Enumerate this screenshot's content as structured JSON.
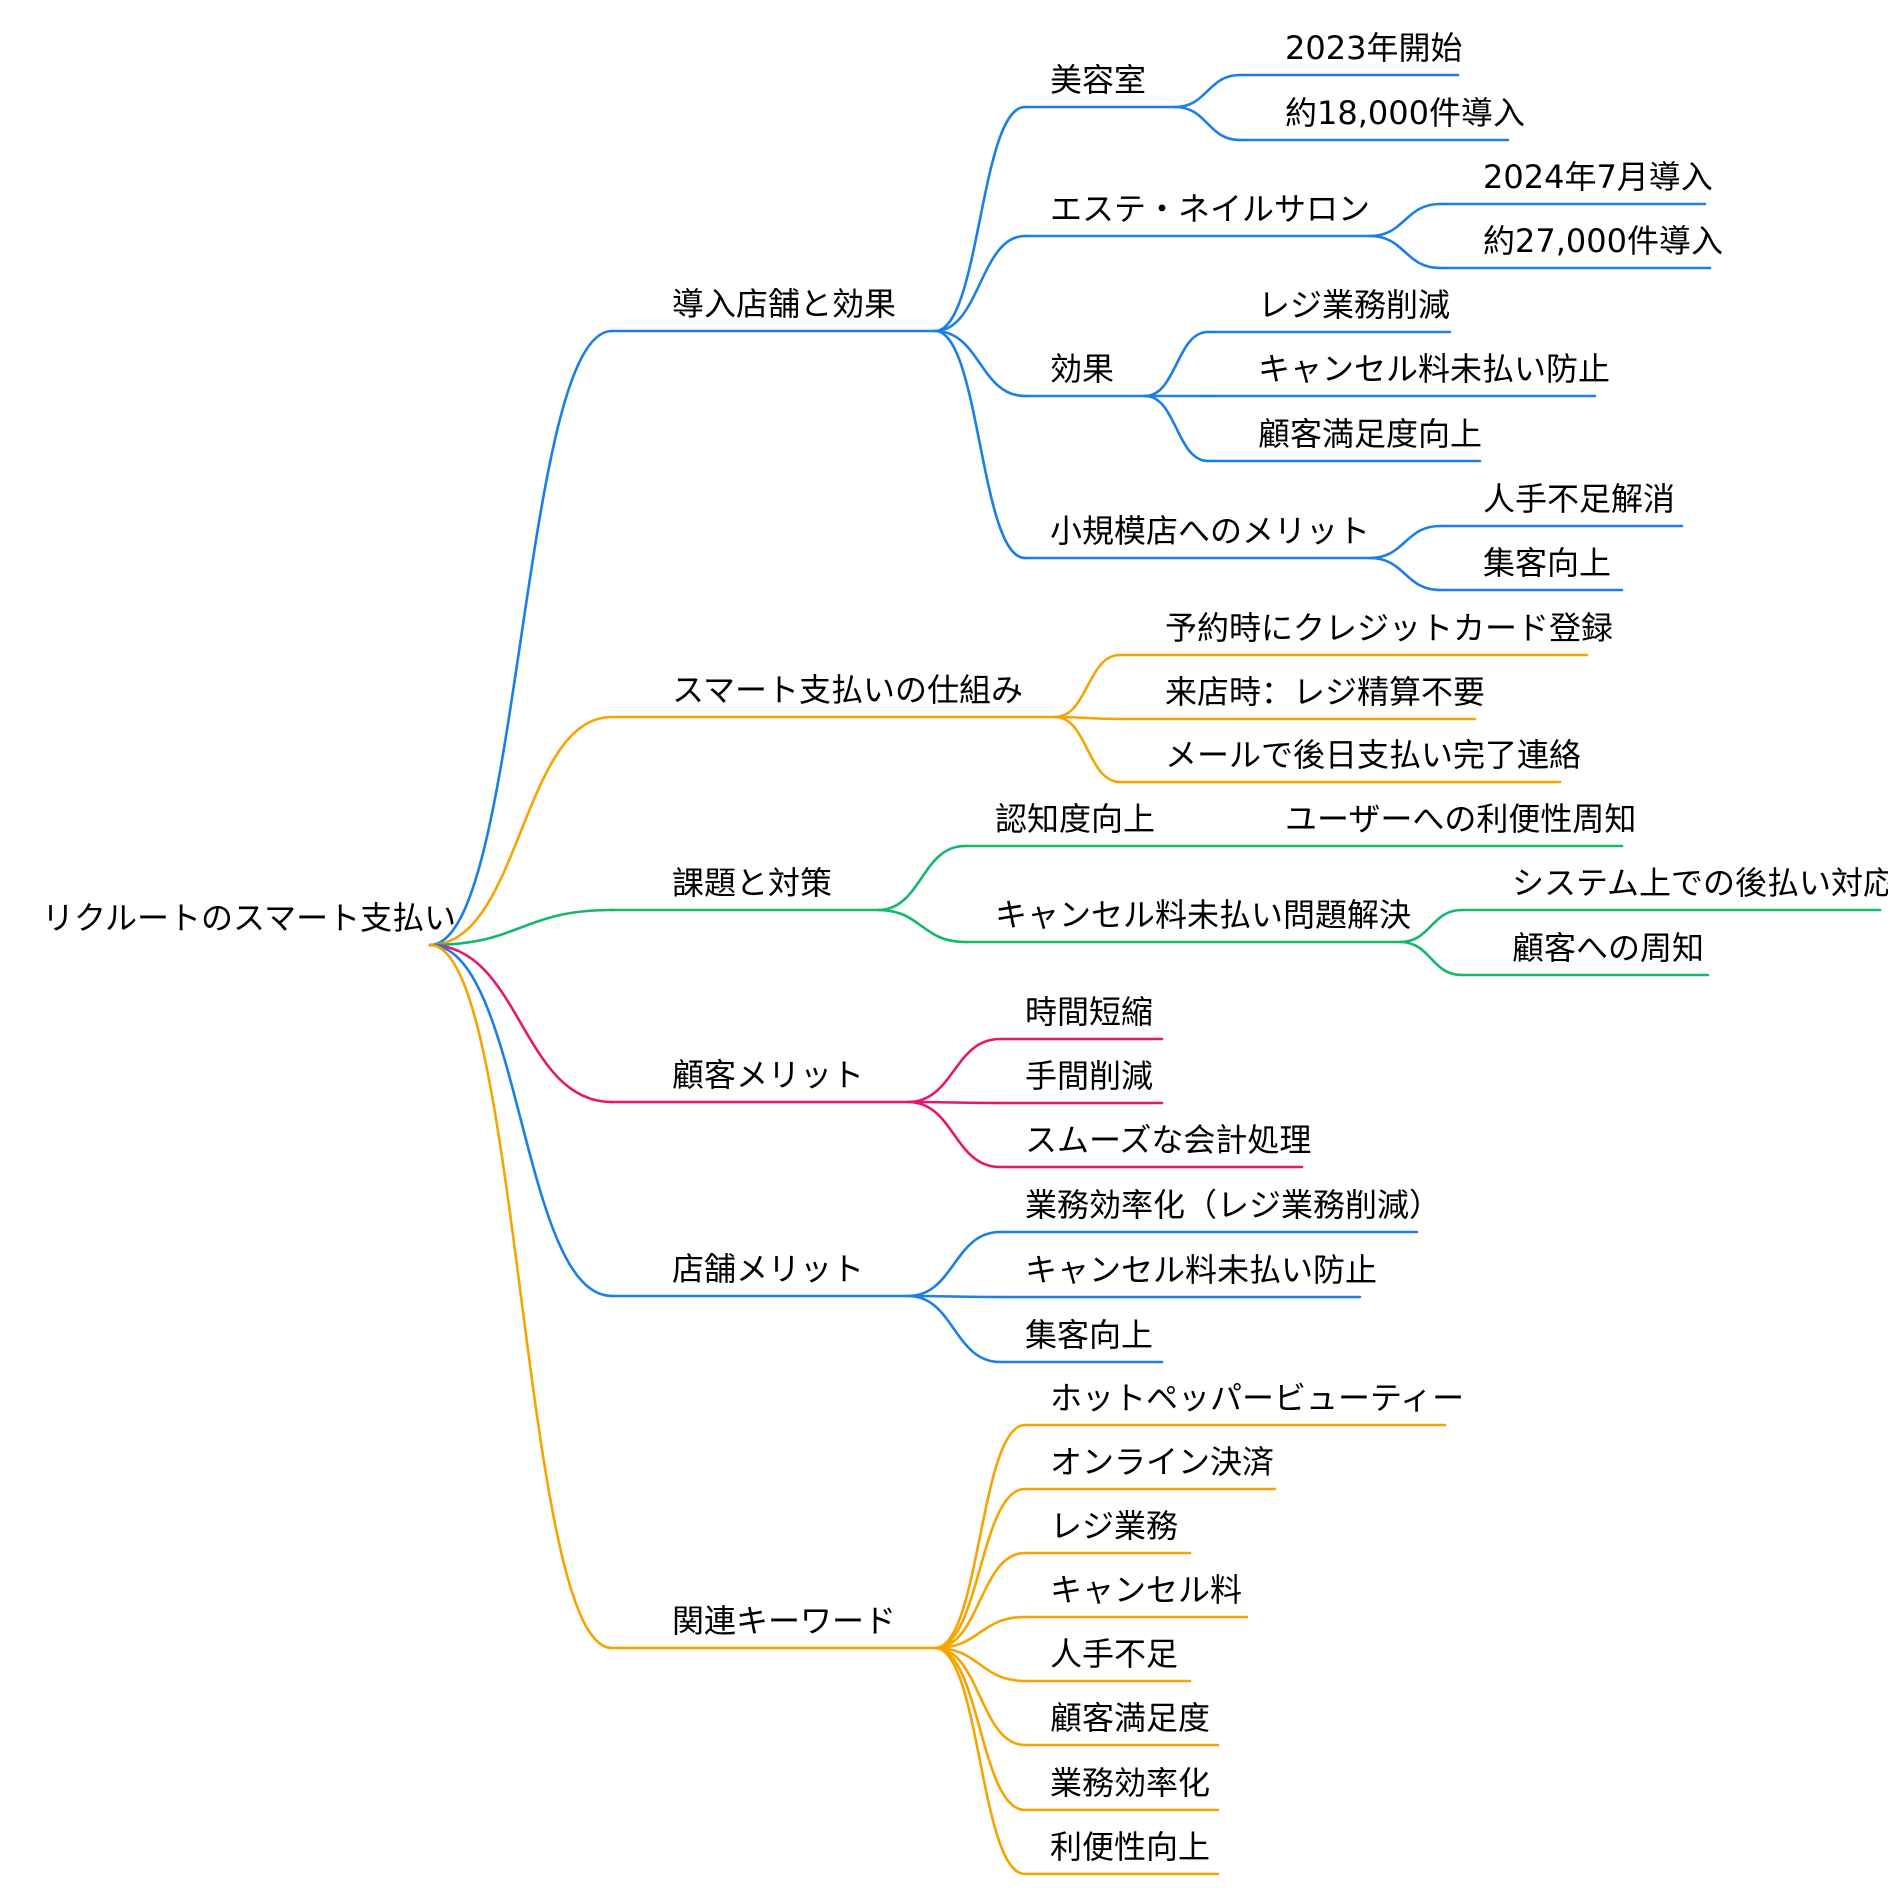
{
  "palette": {
    "blue": "#1a7fe6",
    "orange": "#f5a400",
    "green": "#12b86b",
    "pink": "#e6176b"
  },
  "root": {
    "label": "リクルートのスマート支払い"
  },
  "branches": [
    {
      "label": "導入店舗と効果",
      "color": "blue",
      "children": [
        {
          "label": "美容室",
          "children": [
            {
              "label": "2023年開始"
            },
            {
              "label": "約18,000件導入"
            }
          ]
        },
        {
          "label": "エステ・ネイルサロン",
          "children": [
            {
              "label": "2024年7月導入"
            },
            {
              "label": "約27,000件導入"
            }
          ]
        },
        {
          "label": "効果",
          "children": [
            {
              "label": "レジ業務削減"
            },
            {
              "label": "キャンセル料未払い防止"
            },
            {
              "label": "顧客満足度向上"
            }
          ]
        },
        {
          "label": "小規模店へのメリット",
          "children": [
            {
              "label": "人手不足解消"
            },
            {
              "label": "集客向上"
            }
          ]
        }
      ]
    },
    {
      "label": "スマート支払いの仕組み",
      "color": "orange",
      "children": [
        {
          "label": "予約時にクレジットカード登録"
        },
        {
          "label": "来店時：レジ精算不要"
        },
        {
          "label": "メールで後日支払い完了連絡"
        }
      ]
    },
    {
      "label": "課題と対策",
      "color": "green",
      "children": [
        {
          "label": "認知度向上",
          "children": [
            {
              "label": "ユーザーへの利便性周知"
            }
          ]
        },
        {
          "label": "キャンセル料未払い問題解決",
          "children": [
            {
              "label": "システム上での後払い対応"
            },
            {
              "label": "顧客への周知"
            }
          ]
        }
      ]
    },
    {
      "label": "顧客メリット",
      "color": "pink",
      "children": [
        {
          "label": "時間短縮"
        },
        {
          "label": "手間削減"
        },
        {
          "label": "スムーズな会計処理"
        }
      ]
    },
    {
      "label": "店舗メリット",
      "color": "blue",
      "children": [
        {
          "label": "業務効率化（レジ業務削減）"
        },
        {
          "label": "キャンセル料未払い防止"
        },
        {
          "label": "集客向上"
        }
      ]
    },
    {
      "label": "関連キーワード",
      "color": "orange",
      "children": [
        {
          "label": "ホットペッパービューティー"
        },
        {
          "label": "オンライン決済"
        },
        {
          "label": "レジ業務"
        },
        {
          "label": "キャンセル料"
        },
        {
          "label": "人手不足"
        },
        {
          "label": "顧客満足度"
        },
        {
          "label": "業務効率化"
        },
        {
          "label": "利便性向上"
        }
      ]
    }
  ]
}
